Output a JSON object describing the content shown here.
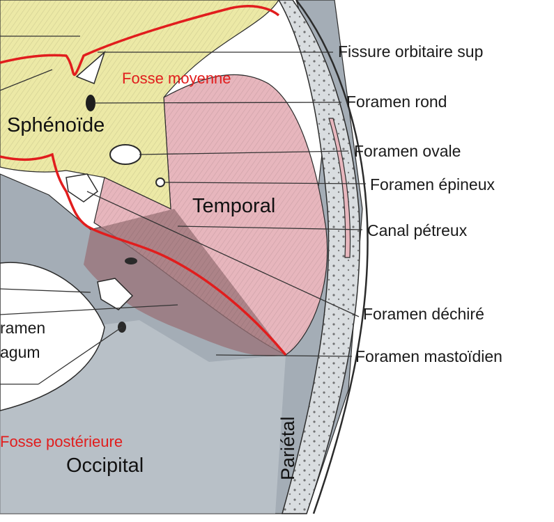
{
  "colors": {
    "sphenoid": "#ece9a6",
    "temporal": "#e7b6bd",
    "temporal_dark": "#9a7277",
    "posterior": "#a4adb6",
    "occipital_light": "#c9d0d6",
    "skull_outline": "#2b2b2b",
    "fossa_boundary": "#e11d1d",
    "region_label": "#e11d1d",
    "leader": "#333333"
  },
  "bone_labels": {
    "sphenoid": "Sphénoïde",
    "temporal": "Temporal",
    "occipital": "Occipital",
    "parietal": "Pariétal"
  },
  "region_labels": {
    "middle_fossa": "Fosse moyenne",
    "posterior_fossa": "Fosse postérieure"
  },
  "callouts": [
    "Fissure orbitaire sup",
    "Foramen rond",
    "Foramen ovale",
    "Foramen épineux",
    "Canal pétreux",
    "Foramen déchiré",
    "Foramen mastoïdien"
  ],
  "cropped_labels": {
    "foramen_magnum_line1": "ramen",
    "foramen_magnum_line2": "agum"
  }
}
